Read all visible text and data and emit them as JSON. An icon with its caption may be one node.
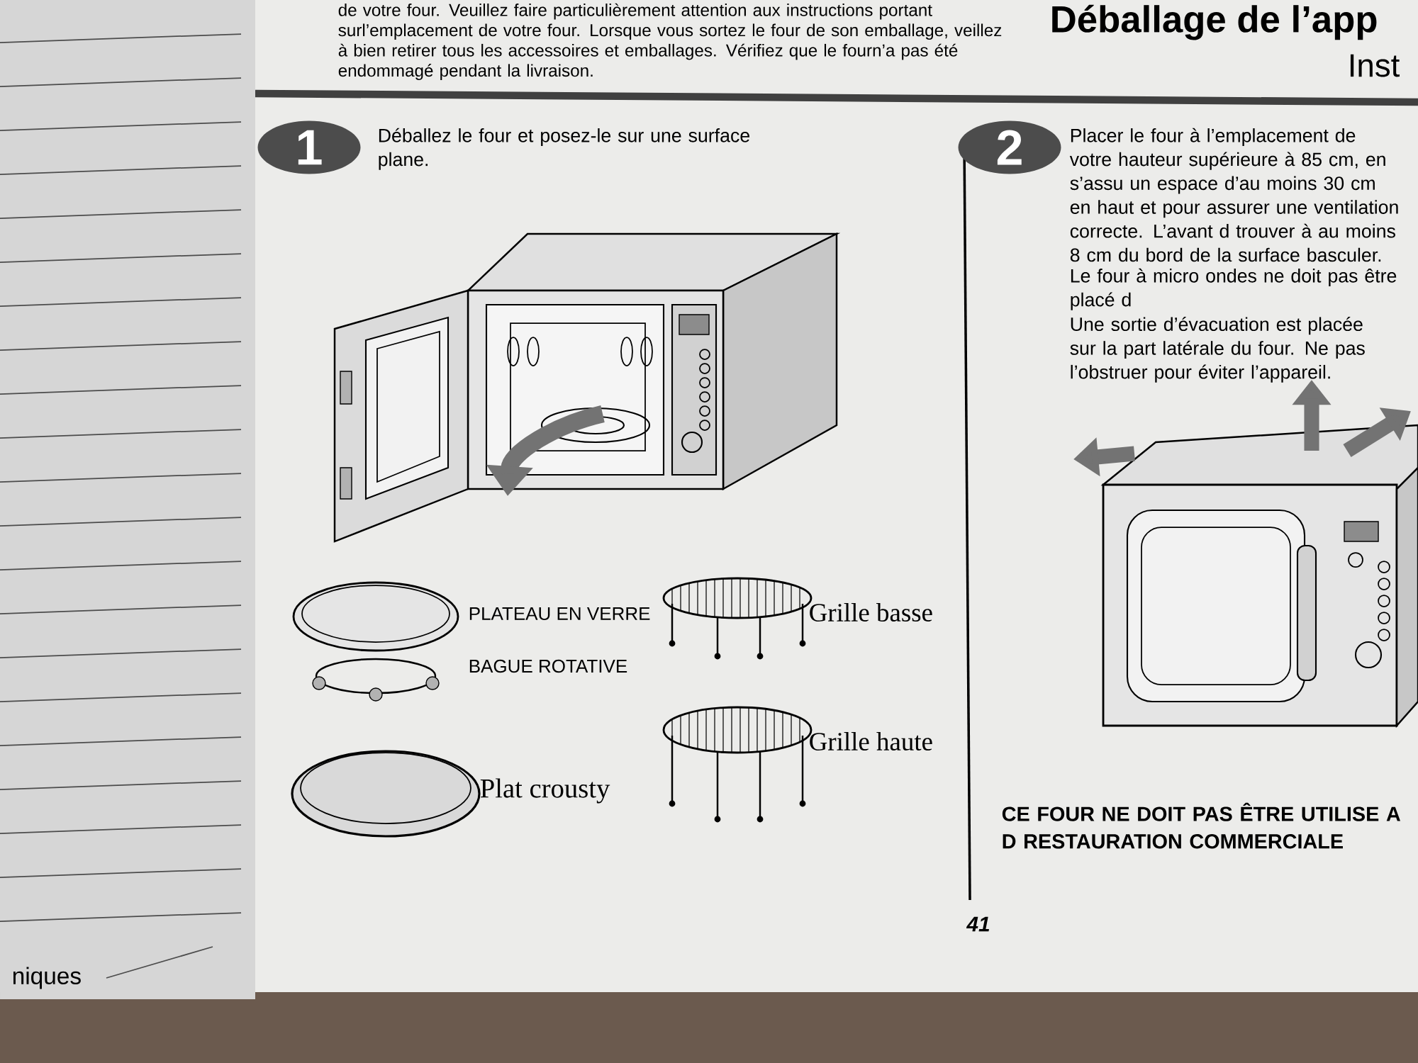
{
  "diagram": {
    "nodes": [
      {
        "text": [
          "1"
        ]
      },
      {
        "text": [
          "2"
        ]
      }
    ],
    "labels": [
      "de votre four. Veuillez faire particulièrement attention aux instructions portant surl’emplacement de votre four. Lorsque vous sortez le four de son emballage, veillez à bien retirer tous les accessoires et emballages. Vérifiez que le fourn’a pas été endommagé pendant la livraison.",
      "Déballage de l’app",
      "Inst",
      "Déballez le four et posez-le sur une surface plane.",
      "Placer le four à l’emplacement de votre hauteur supérieure à 85 cm, en s’assu un espace d’au moins 30 cm en haut et pour assurer une ventilation correcte. L’avant d trouver à au moins 8 cm du bord de la surface basculer.",
      "Le four à micro ondes ne doit pas être placé d",
      "Une sortie d’évacuation est placée sur la part latérale du four. Ne pas l’obstruer pour éviter l’appareil.",
      "PLATEAU EN VERRE",
      "Grille basse",
      "BAGUE ROTATIVE",
      "Plat crousty",
      "Grille haute",
      "CE FOUR NE DOIT PAS ÊTRE UTILISE A D RESTAURATION COMMERCIALE",
      "41",
      "niques"
    ]
  }
}
